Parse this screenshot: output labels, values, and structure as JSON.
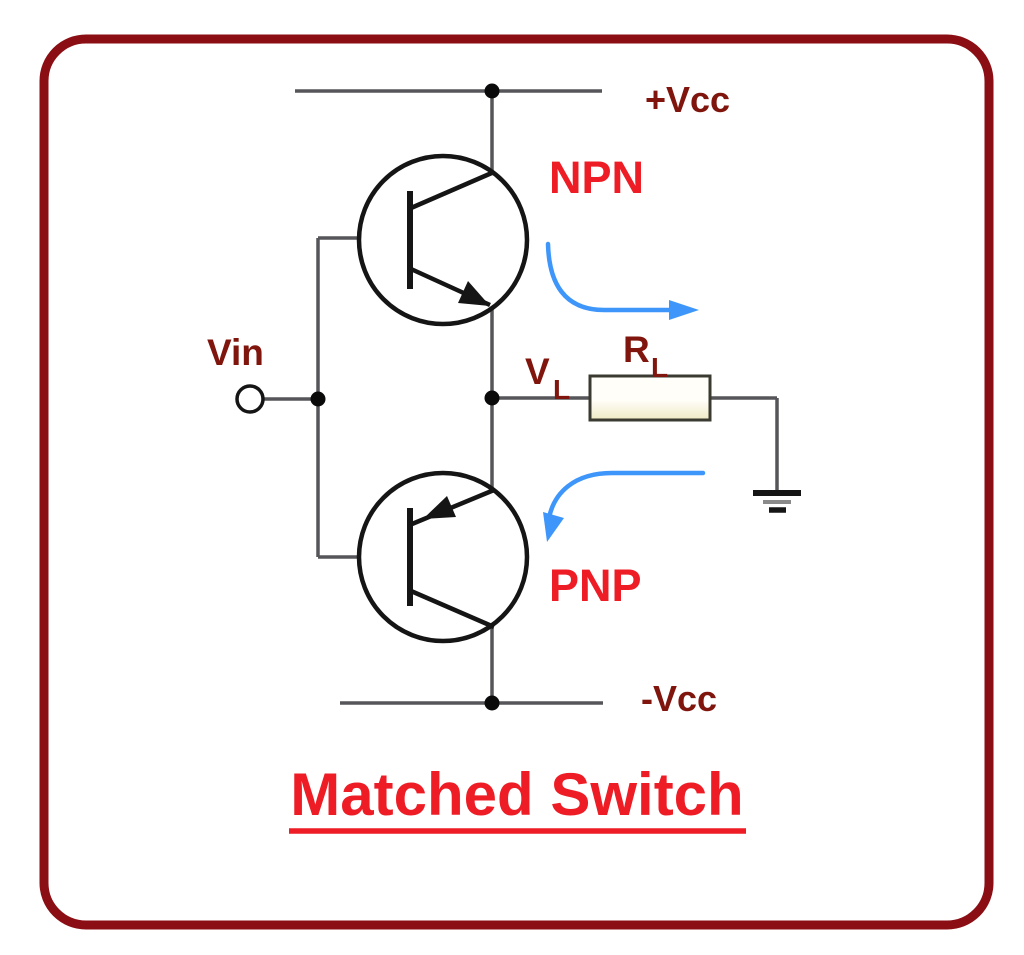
{
  "colors": {
    "background": "#ffffff",
    "frame_border": "#8a0e13",
    "maroon_text": "#7f150c",
    "bright_red": "#ee1c25",
    "arrow_blue": "#3e96fa",
    "wire_gray": "#56565a",
    "symbol_black": "#151515",
    "dot_black": "#0a0a0a",
    "resistor_fill_bottom": "#efe9c4",
    "resistor_border": "#3a3a30",
    "ground_mid_gray": "#8a8a8a"
  },
  "labels": {
    "positive_supply": "+Vcc",
    "negative_supply": "-Vcc",
    "npn": "NPN",
    "pnp": "PNP",
    "input": "Vin",
    "load_voltage_main": "V",
    "load_voltage_sub": "L",
    "load_resistor_main": "R",
    "load_resistor_sub": "L",
    "title": "Matched Switch"
  },
  "icons": {
    "ground": "ground-icon",
    "input_terminal": "input-terminal-icon",
    "npn_current_arrow": "current-flow-arrow-right",
    "pnp_current_arrow": "current-flow-arrow-down-left",
    "npn_emitter_arrow": "emitter-arrow-outward",
    "pnp_emitter_arrow": "emitter-arrow-inward"
  }
}
